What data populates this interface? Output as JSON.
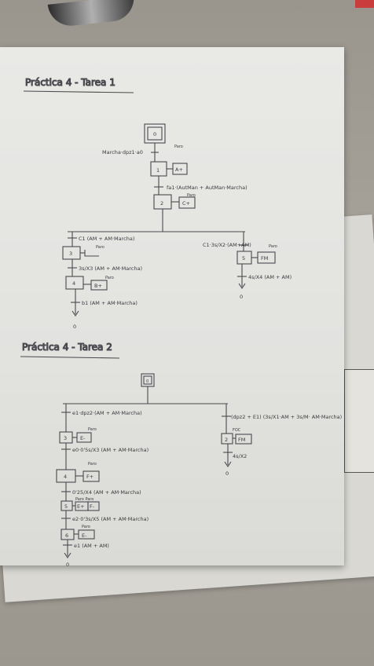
{
  "section1": {
    "title": "Práctica 4 - Tarea 1",
    "initial_step": "0",
    "t0": "Marcha·dpz1·a0",
    "t0_small": "Paro",
    "step1": "1",
    "step1_action": "A+",
    "t1": "fa1·(AutMan + AutMan·Marcha)",
    "t1_small": "Paro",
    "step2": "2",
    "step2_action": "C+",
    "t2a": "C1 (AM + AM·Marcha)",
    "step3": "3",
    "step3_small": "Paro",
    "t3": "3s/X3 (AM + AM·Marcha)",
    "step4": "4",
    "step4_action": "B+",
    "step4_small": "Paro",
    "t4": "b1 (AM + AM·Marcha)",
    "end_left": "0",
    "t2b": "C1·3s/X2·(AM+AM)",
    "step5_small": "Paro",
    "step5": "5",
    "step5_action": "FM",
    "t5": "4s/X4 (AM + AM)",
    "end_right": "0"
  },
  "section2": {
    "title": "Práctica 4 - Tarea 2",
    "initial_step": "0",
    "t1": "e1·dpz2·(AM + AM·Marcha)",
    "step3": "3",
    "step3_action": "E-",
    "step3_small": "Paro",
    "t3": "e0·0'5s/X3 (AM + AM·Marcha)",
    "step4_small": "Paro",
    "step4": "4",
    "step4_action": "F+",
    "t4": "0'25/X4 (AM + AM·Marcha)",
    "step5_small": "Paro   Paro",
    "step5": "5",
    "step5_action1": "E+",
    "step5_action2": "F-",
    "t5": "e2·0'3s/X5 (AM + AM·Marcha)",
    "step6_small": "Paro",
    "step6": "6",
    "step6_action": "E-",
    "t6": "e1 (AM + AM)",
    "end_left": "0",
    "t2": "(dpz2 + E1) (3s/X1·AM + 3s/M· AM·Marcha)",
    "t2_small": "FOC",
    "step2": "2",
    "step2_action": "FM",
    "t7": "4s/X2",
    "end_right": "0"
  }
}
